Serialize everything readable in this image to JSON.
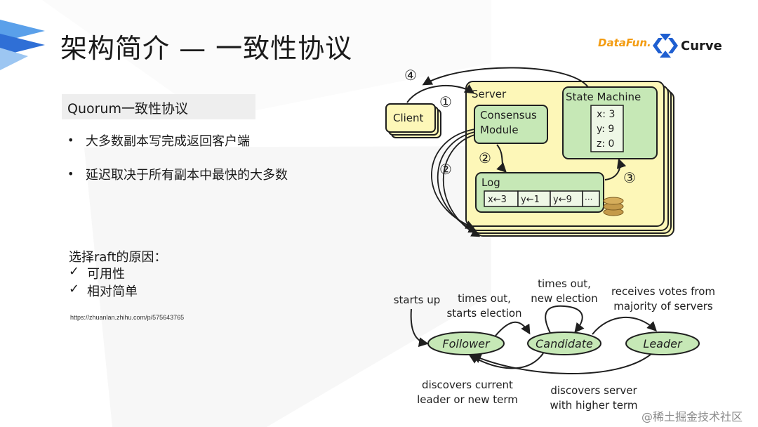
{
  "slide": {
    "title": "架构简介 — 一致性协议",
    "section_heading": "Quorum一致性协议",
    "bullets": [
      "大多数副本写完成返回客户端",
      "延迟取决于所有副本中最快的大多数"
    ],
    "reasons_heading": "选择raft的原因：",
    "reasons": [
      "可用性",
      "相对简单"
    ],
    "check_mark": "✓",
    "bullet_mark": "•",
    "source_url": "https://zhuanlan.zhihu.com/p/575643765",
    "watermark": "@稀土掘金技术社区"
  },
  "logos": {
    "datafun": "DataFun.",
    "curve": "Curve"
  },
  "server_diagram": {
    "client": "Client",
    "server": "Server",
    "consensus_line1": "Consensus",
    "consensus_line2": "Module",
    "state_machine": "State Machine",
    "state_values": [
      "x: 3",
      "y: 9",
      "z: 0"
    ],
    "log": "Log",
    "log_entries": [
      "x←3",
      "y←1",
      "y←9",
      "···"
    ],
    "step_markers": [
      "④",
      "①",
      "②",
      "②",
      "③"
    ]
  },
  "state_diagram": {
    "states": [
      "Follower",
      "Candidate",
      "Leader"
    ],
    "transitions": {
      "start": "starts up",
      "timeout_follower_line1": "times out,",
      "timeout_follower_line2": "starts election",
      "timeout_candidate_line1": "times out,",
      "timeout_candidate_line2": "new election",
      "votes_line1": "receives votes from",
      "votes_line2": "majority of servers",
      "discovers_leader_line1": "discovers current",
      "discovers_leader_line2": "leader or new term",
      "discovers_server_line1": "discovers server",
      "discovers_server_line2": "with higher term"
    }
  },
  "colors": {
    "server_fill": "#fdf7b8",
    "module_fill": "#c6e8b6",
    "box_stroke": "#1f1f1f",
    "accent_blue": "#2f6fd6"
  }
}
